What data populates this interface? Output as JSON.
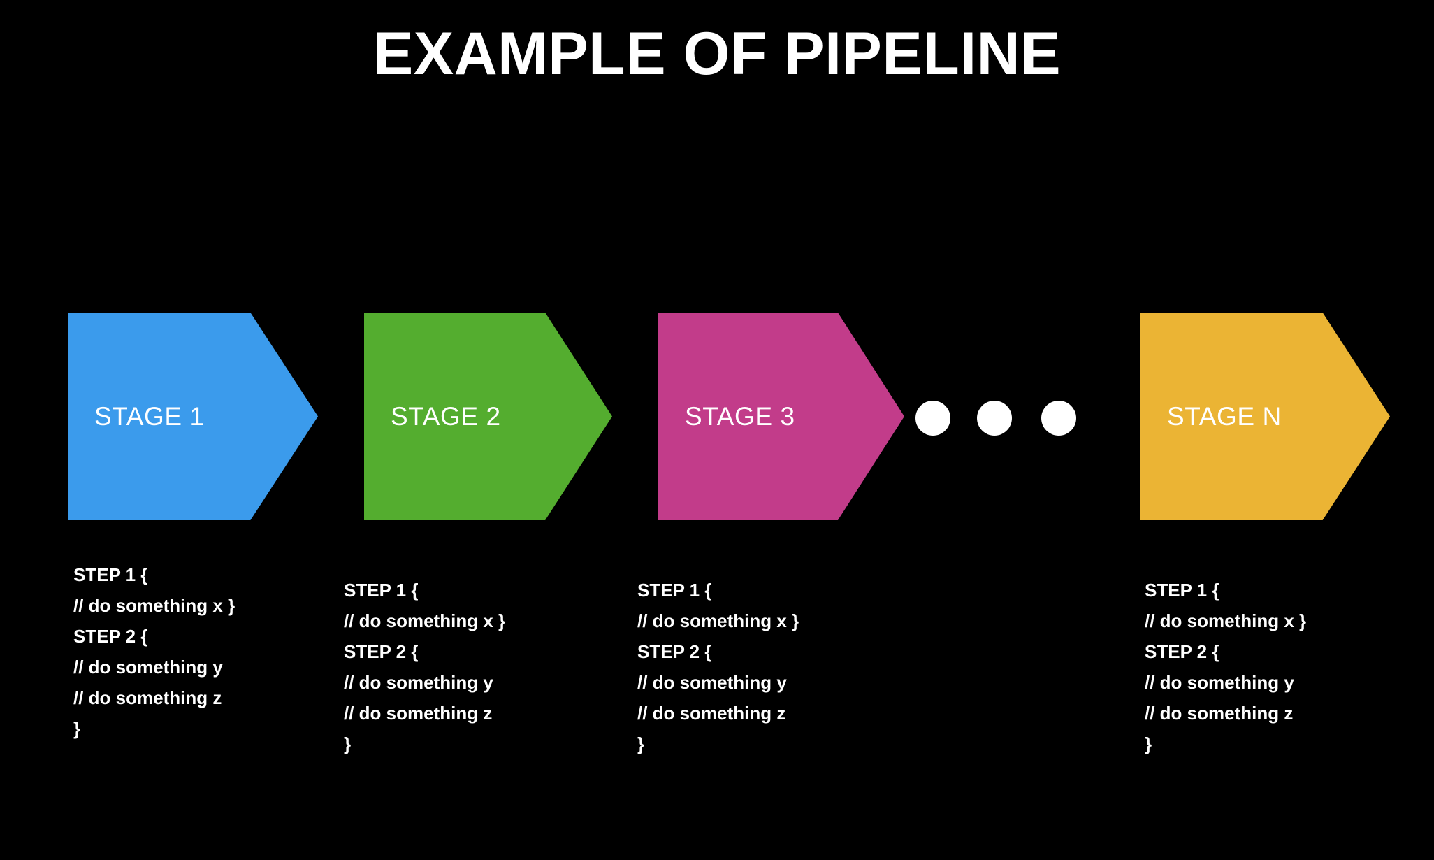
{
  "page": {
    "title": "EXAMPLE OF PIPELINE",
    "background_color": "#000000",
    "text_color": "#ffffff"
  },
  "pipeline": {
    "stages": [
      {
        "label": "STAGE 1",
        "color": "#3B9BEC",
        "code_lines": [
          "STEP 1 {",
          "// do something x }",
          "STEP 2 {",
          "// do something y",
          "// do something z",
          "}"
        ]
      },
      {
        "label": "STAGE 2",
        "color": "#54AD2F",
        "code_lines": [
          "STEP 1 {",
          "// do something x }",
          "STEP 2 {",
          "// do something y",
          "// do something z",
          "}"
        ]
      },
      {
        "label": "STAGE 3",
        "color": "#C23C8A",
        "code_lines": [
          "STEP 1 {",
          "// do something x }",
          "STEP 2 {",
          "// do something y",
          "// do something z",
          "}"
        ]
      },
      {
        "label": "STAGE N",
        "color": "#EBB434",
        "code_lines": [
          "STEP 1 {",
          "// do something x }",
          "STEP 2 {",
          "// do something y",
          "// do something z",
          "}"
        ]
      }
    ],
    "ellipsis": {
      "dot_count": 3,
      "dot_color": "#ffffff",
      "meaning": "more stages continue"
    }
  }
}
